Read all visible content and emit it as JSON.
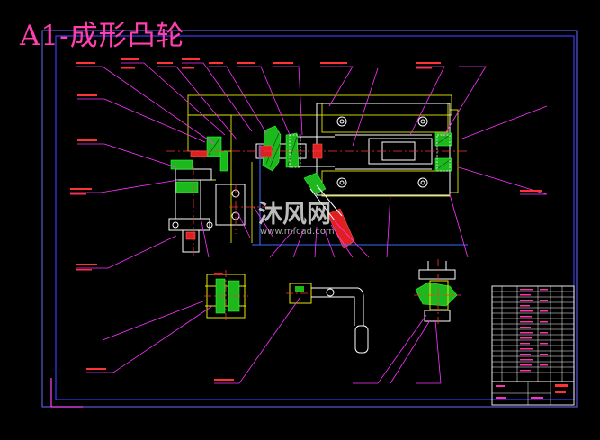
{
  "title": "A1-成形凸轮",
  "watermark": {
    "text": "沐风网",
    "url": "www.mfcad.com"
  },
  "colors": {
    "background": "#000000",
    "border": "#3a3aff",
    "title": "#ff3fae",
    "leader": "#ff33ff",
    "outline": "#f0f000",
    "section": "#22cc22",
    "centerline": "#ff3333",
    "parts": "#ffffff"
  }
}
